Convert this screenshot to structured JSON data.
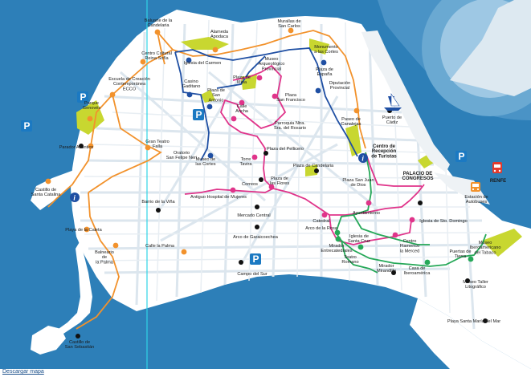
{
  "colors": {
    "sea": "#2d7fb8",
    "land": "#ffffff",
    "street": "#dce6ee",
    "park": "#c8d730",
    "route_orange": "#f2922c",
    "route_blue": "#1f4fa3",
    "route_pink": "#e0348a",
    "route_green": "#26a858",
    "parking": "#1b79c2",
    "info": "#1f4fa3"
  },
  "labels": [
    {
      "id": "baluarte",
      "text": "Baluarte de la",
      "text2": "Candelaria",
      "dot": "orange"
    },
    {
      "id": "alameda",
      "text": "Alameda",
      "text2": "Apodaca",
      "dot": "orange"
    },
    {
      "id": "murallas",
      "text": "Murallas de",
      "text2": "San Carlos",
      "dot": "orange"
    },
    {
      "id": "centro-cultural",
      "text": "Centro Cultural",
      "text2": "Reina Sofía",
      "dot": "orange"
    },
    {
      "id": "iglesia-carmen",
      "text": "Iglesia del Carmen",
      "dot": "blue"
    },
    {
      "id": "monumento",
      "text": "Monumento",
      "text2": "a las Cortes",
      "dot": "blue"
    },
    {
      "id": "museo-arq",
      "text": "Museo",
      "text2": "Arqueológico",
      "text3": "Provincial",
      "dot": "pink"
    },
    {
      "id": "plaza-espana",
      "text": "Plaza de",
      "text2": "España",
      "dot": "blue"
    },
    {
      "id": "escuela",
      "text": "Escuela de Creación",
      "text2": "Contemporánea",
      "text3": "ECCO",
      "dot": "orange"
    },
    {
      "id": "casino",
      "text": "Casino",
      "text2": "Gaditano",
      "dot": "blue"
    },
    {
      "id": "plaza-san-antonio",
      "text": "Plaza de",
      "text2": "San",
      "text3": "Antonio",
      "dot": "blue"
    },
    {
      "id": "plaza-mina",
      "text": "Plaza de",
      "text2": "Mina",
      "dot": "pink"
    },
    {
      "id": "plaza-san-francisco",
      "text": "Plaza",
      "text2": "San Francisco",
      "dot": "pink"
    },
    {
      "id": "diputacion",
      "text": "Diputación",
      "text2": "Provincial",
      "dot": "blue"
    },
    {
      "id": "parque-genoves",
      "text": "Parque",
      "text2": "Genovés",
      "dot": "orange"
    },
    {
      "id": "calle-ancha",
      "text": "Calle",
      "text2": "Ancha",
      "dot": "pink"
    },
    {
      "id": "parroquia",
      "text": "Parroquia Ntra.",
      "text2": "Sra. del Rosario",
      "dot": "pink"
    },
    {
      "id": "paseo-canalejas",
      "text": "Paseo de",
      "text2": "Canalejas",
      "dot": "orange"
    },
    {
      "id": "puerto",
      "text": "Puerto de",
      "text2": "Cádiz",
      "dot": "black"
    },
    {
      "id": "gran-teatro",
      "text": "Gran Teatro",
      "text2": "Falla",
      "dot": "orange"
    },
    {
      "id": "parador",
      "text": "Parador Atlántico",
      "dot": "black"
    },
    {
      "id": "plaza-pelliceros",
      "text": "Plaza del Pellicero",
      "dot": "black"
    },
    {
      "id": "centro-recepcion",
      "text": "Centro de",
      "text2": "Recepción",
      "text3": "de Turistas",
      "dot": "none"
    },
    {
      "id": "oratorio",
      "text": "Oratorio",
      "text2": "San Felipe Neri",
      "dot": "black"
    },
    {
      "id": "museo-cortes",
      "text": "Museo de",
      "text2": "las Cortes",
      "dot": "blue"
    },
    {
      "id": "torre-tavira",
      "text": "Torre",
      "text2": "Tavira",
      "dot": "pink"
    },
    {
      "id": "plaza-candelaria",
      "text": "Plaza de Candelaria",
      "dot": "black"
    },
    {
      "id": "palacio",
      "text": "PALACIO DE",
      "text2": "CONGRESOS",
      "dot": "none"
    },
    {
      "id": "renfe",
      "text": "RENFE",
      "dot": "none"
    },
    {
      "id": "castillo-catalina",
      "text": "Castillo de",
      "text2": "Santa Catalina",
      "dot": "orange"
    },
    {
      "id": "plaza-flores",
      "text": "Plaza de",
      "text2": "las Flores",
      "dot": "pink"
    },
    {
      "id": "plaza-san-juan",
      "text": "Plaza San Juan",
      "text2": "de Dios",
      "dot": "pink"
    },
    {
      "id": "correos",
      "text": "Correos",
      "dot": "black"
    },
    {
      "id": "barrio-vina",
      "text": "Barrio de la Viña",
      "dot": "black"
    },
    {
      "id": "antiguo-hospital",
      "text": "Antiguo Hospital de Mujeres",
      "dot": "pink"
    },
    {
      "id": "estacion",
      "text": "Estación de",
      "text2": "Autobuses",
      "dot": "none"
    },
    {
      "id": "mercado",
      "text": "Mercado Central",
      "dot": "black"
    },
    {
      "id": "ayuntamiento",
      "text": "Ayuntamiento",
      "dot": "pink"
    },
    {
      "id": "catedral",
      "text": "Catedral",
      "dot": "pink"
    },
    {
      "id": "iglesia-santo-domingo",
      "text": "Iglesia de Sto. Domingo",
      "dot": "pink"
    },
    {
      "id": "playa-caleta",
      "text": "Playa de la Caleta",
      "dot": "orange"
    },
    {
      "id": "arco-rosa",
      "text": "Arco de la Rosa",
      "dot": "green"
    },
    {
      "id": "iglesia-santa-cruz",
      "text": "Iglesia de",
      "text2": "Santa Cruz",
      "dot": "green"
    },
    {
      "id": "arco-garaicoechea",
      "text": "Arco de Garaicoechea",
      "dot": "black"
    },
    {
      "id": "centro-flamenco",
      "text": "Centro",
      "text2": "Flamenco",
      "text3": "la Merced",
      "dot": "pink"
    },
    {
      "id": "calle-palma",
      "text": "Calle la Palma",
      "dot": "orange"
    },
    {
      "id": "museo-iberoamericano",
      "text": "Museo",
      "text2": "Iberoamericano",
      "text3": "del Tabaco",
      "dot": "none"
    },
    {
      "id": "puertas-tierra",
      "text": "Puertas de",
      "text2": "Tierra",
      "dot": "green"
    },
    {
      "id": "balneario",
      "text": "Balneario",
      "text2": "de",
      "text3": "la Palma",
      "dot": "orange"
    },
    {
      "id": "mirador-entrecatedrales",
      "text": "Mirador",
      "text2": "Entrecatedrales",
      "dot": "green"
    },
    {
      "id": "teatro-romano",
      "text": "Teatro",
      "text2": "Romano",
      "dot": "green"
    },
    {
      "id": "casa-iberoamerica",
      "text": "Casa de",
      "text2": "Iberoamérica",
      "dot": "green"
    },
    {
      "id": "campo-sur",
      "text": "Campo del Sur",
      "dot": "none"
    },
    {
      "id": "mirador-mirandilla",
      "text": "Mirador",
      "text2": "Mirandilla",
      "dot": "black"
    },
    {
      "id": "museo-taller",
      "text": "Museo Taller",
      "text2": "Litográfico",
      "dot": "black"
    },
    {
      "id": "playa-santa-maria",
      "text": "Playa Santa María del Mar",
      "dot": "black"
    },
    {
      "id": "castillo-sebastian",
      "text": "Castillo de",
      "text2": "San Sebastián",
      "dot": "black"
    }
  ],
  "icons": {
    "parking": "parking-sign-icon",
    "info": "information-icon",
    "boat": "sailboat-icon",
    "train": "train-icon",
    "bus": "bus-icon"
  },
  "footer": {
    "link": "Descargar mapa"
  }
}
